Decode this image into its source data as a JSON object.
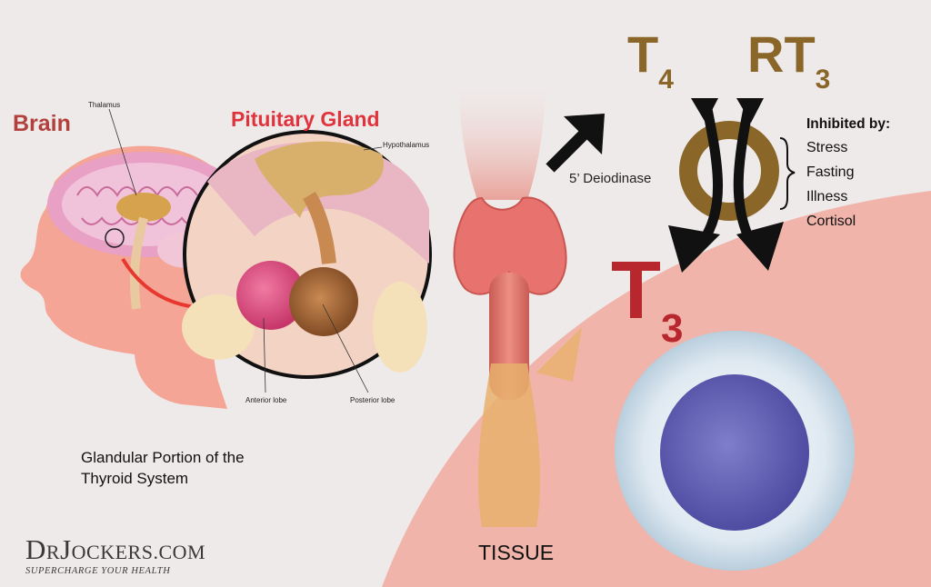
{
  "labels": {
    "brain": "Brain",
    "pituitary_gland": "Pituitary Gland",
    "thalamus": "Thalamus",
    "hypothalamus": "Hypothalamus",
    "anterior_lobe": "Anterior lobe",
    "posterior_lobe": "Posterior lobe",
    "glandular_portion": "Glandular Portion of the Thyroid System",
    "tissue": "TISSUE",
    "deiodinase": "5’ Deiodinase"
  },
  "hormones": {
    "t4": {
      "letter": "T",
      "sub": "4"
    },
    "rt3": {
      "letter": "RT",
      "sub": "3"
    },
    "t3": {
      "letter": "T",
      "sub": "3"
    }
  },
  "inhibited": {
    "heading": "Inhibited by:",
    "items": [
      "Stress",
      "Fasting",
      "Illness",
      "Cortisol"
    ]
  },
  "brand": {
    "name_dr": "D",
    "name_dr_sm": "R",
    "name_j": "J",
    "name_j_sm": "OCKERS.COM",
    "tagline": "SUPERCHARGE YOUR HEALTH"
  },
  "colors": {
    "background": "#efeaea",
    "tissue_bg": "#f0b4aa",
    "brain_label": "#b2403c",
    "pituitary_label": "#e0343d",
    "hormone_gold": "#8a6628",
    "t3_red": "#b8272e"
  }
}
